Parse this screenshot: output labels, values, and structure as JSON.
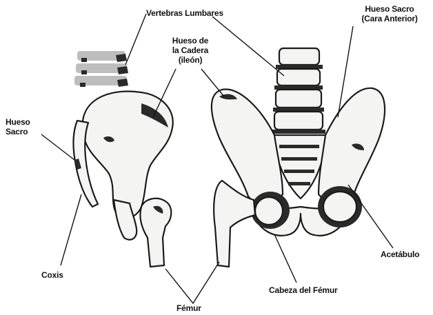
{
  "labels": {
    "lumbar": "Vertebras Lumbares",
    "sacrum_front_line1": "Hueso Sacro",
    "sacrum_front_line2": "(Cara Anterior)",
    "hip_line1": "Hueso de",
    "hip_line2": "la Cadera",
    "hip_line3": "(ileón)",
    "sacrum_side_line1": "Hueso",
    "sacrum_side_line2": "Sacro",
    "coccyx": "Coxis",
    "femur": "Fémur",
    "femur_head": "Cabeza del Fémur",
    "acetabulum": "Acetábulo"
  },
  "colors": {
    "ink": "#111111",
    "bone": "#f4f4f2",
    "shadow": "#2a2a2a"
  }
}
